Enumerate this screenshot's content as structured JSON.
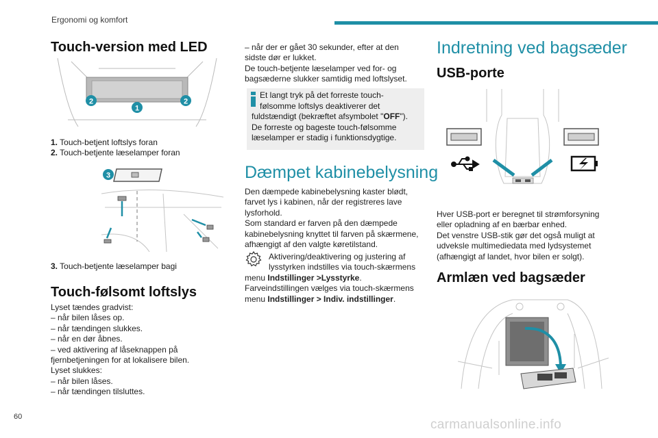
{
  "header": {
    "title": "Ergonomi og komfort",
    "accent": "#1f8fa6"
  },
  "page_number": "60",
  "watermark": "carmanualsonline.info",
  "col1": {
    "heading": "Touch-version med LED",
    "callouts_top": [
      "2",
      "1",
      "2"
    ],
    "list1": [
      {
        "num": "1.",
        "text": "Touch-betjent loftslys foran"
      },
      {
        "num": "2.",
        "text": "Touch-betjente læselamper foran"
      }
    ],
    "callout_mid": "3",
    "list2": [
      {
        "num": "3.",
        "text": "Touch-betjente læselamper bagi"
      }
    ],
    "heading2": "Touch-følsomt loftslys",
    "lines": [
      "Lyset tændes gradvist:",
      "– når bilen låses op.",
      "– når tændingen slukkes.",
      "– når en dør åbnes.",
      "– ved aktivering af låseknappen på",
      "fjernbetjeningen for at lokalisere bilen.",
      "Lyset slukkes:",
      "– når bilen låses.",
      "– når tændingen tilsluttes."
    ]
  },
  "col2": {
    "lines_top": [
      "– når der er gået 30 sekunder, efter at den",
      "sidste dør er lukket.",
      "De touch-betjente læselamper ved for- og",
      "bagsæderne slukker samtidig med loftslyset."
    ],
    "note": {
      "l1": "Et langt tryk på det forreste touch-",
      "l2": "følsomme loftslys deaktiverer det",
      "l3a": "fuldstændigt (bekræftet afsymbolet \"",
      "l3b": "OFF",
      "l3c": "\").",
      "l4": "De forreste og bageste touch-følsomme",
      "l5": "læselamper er stadig i funktionsdygtige."
    },
    "heading": "Dæmpet kabinebelysning",
    "para": [
      "Den dæmpede kabinebelysning kaster blødt,",
      "farvet lys i kabinen, når der registreres lave",
      "lysforhold.",
      "Som standard er farven på den dæmpede",
      "kabinebelysning knyttet til farven på skærmene,",
      "afhængigt af den valgte køretilstand."
    ],
    "gear_line1": "Aktivering/deaktivering og justering af",
    "gear_line2": "lysstyrken indstilles via touch-skærmens",
    "menu1_prefix": "menu ",
    "menu1_bold": "Indstillinger >Lysstyrke",
    "menu1_suffix": ".",
    "line_after": "Farveindstillingen vælges via touch-skærmens",
    "menu2_prefix": "menu ",
    "menu2_bold": "Indstillinger > Indiv. indstillinger",
    "menu2_suffix": "."
  },
  "col3": {
    "heading": "Indretning ved bagsæder",
    "usb_heading": "USB-porte",
    "usb_para": [
      "Hver USB-port er beregnet til strømforsyning",
      "eller opladning af en bærbar enhed.",
      "Det venstre USB-stik gør det også muligt at",
      "udveksle multimediedata med lydsystemet",
      "(afhængigt af landet, hvor bilen er solgt)."
    ],
    "armrest_heading": "Armlæn ved bagsæder"
  }
}
